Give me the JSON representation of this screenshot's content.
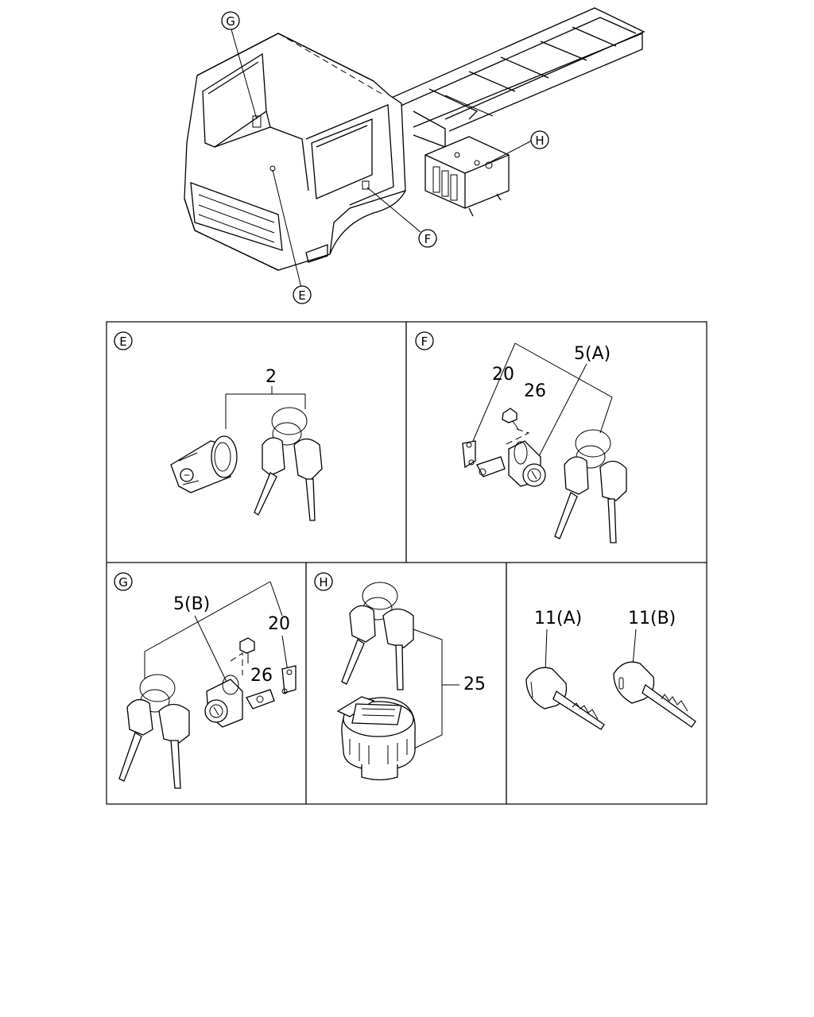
{
  "callouts": {
    "G": "G",
    "H": "H",
    "F": "F",
    "E": "E"
  },
  "panels": {
    "E": {
      "letter": "E",
      "labels": {
        "keyset": "2"
      }
    },
    "F": {
      "letter": "F",
      "labels": {
        "bracket": "20",
        "bolt": "26",
        "cylinder": "5(A)"
      }
    },
    "G": {
      "letter": "G",
      "labels": {
        "cylinder": "5(B)",
        "bracket": "20",
        "bolt": "26"
      }
    },
    "H": {
      "letter": "H",
      "labels": {
        "fuel_cap": "25"
      }
    },
    "keys": {
      "labels": {
        "key_a": "11(A)",
        "key_b": "11(B)"
      }
    }
  }
}
